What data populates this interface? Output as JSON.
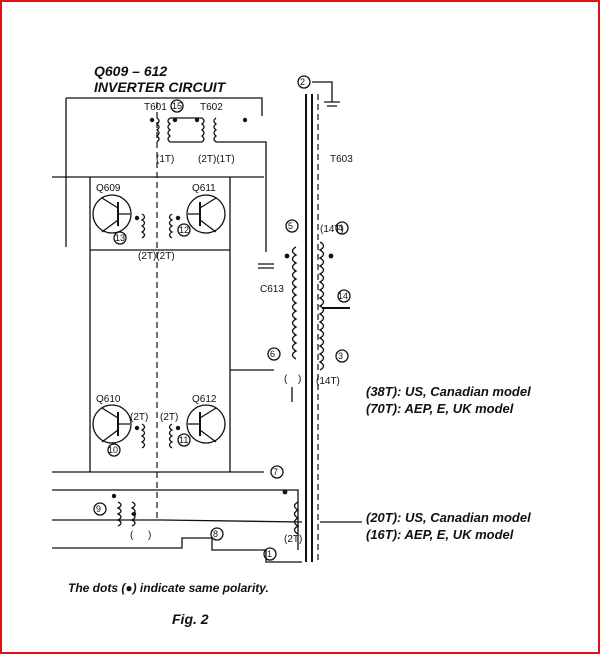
{
  "diagram": {
    "title_line1": "Q609 – 612",
    "title_line2": "INVERTER CIRCUIT",
    "labels": {
      "t601": "T601",
      "t602": "T602",
      "t603": "T603",
      "c613": "C613",
      "q609": "Q609",
      "q611": "Q611",
      "q610": "Q610",
      "q612": "Q612",
      "turns_1t_a": "(1T)",
      "turns_2t_1t": "(2T)(1T)",
      "turns_2t_2t_top": "(2T)(2T)",
      "turns_2t_2t_bot_left": "(2T)",
      "turns_2t_2t_bot_right": "(2T)",
      "turns_14t_a": "(14T)",
      "turns_14t_b": "(14T)",
      "turns_2t_out": "(2T)",
      "paren_open": "(",
      "paren_close": ")"
    },
    "pins": [
      "1",
      "2",
      "3",
      "4",
      "5",
      "6",
      "7",
      "8",
      "9",
      "10",
      "11",
      "12",
      "13",
      "14",
      "15"
    ],
    "notes": {
      "primary_us": "(38T): US, Canadian model",
      "primary_aep": "(70T): AEP, E, UK model",
      "secondary_us": "(20T): US, Canadian model",
      "secondary_aep": "(16T): AEP, E, UK model",
      "polarity": "The dots (●) indicate same polarity.",
      "figure": "Fig. 2"
    }
  },
  "colors": {
    "border": "#e01010",
    "ink": "#111111"
  }
}
